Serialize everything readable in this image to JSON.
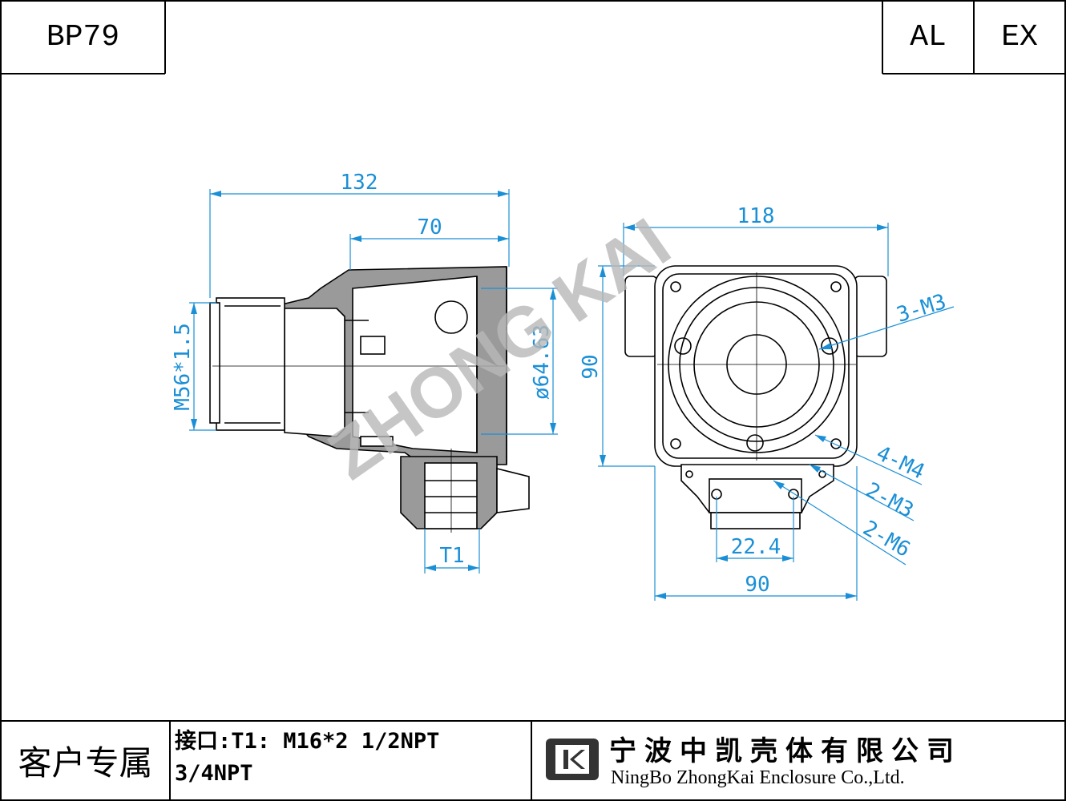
{
  "header": {
    "model": "BP79",
    "material": "AL",
    "rating": "EX"
  },
  "dimensions": {
    "side_total_width": "132",
    "side_head_width": "70",
    "side_thread": "M56*1.5",
    "side_bore": "ø64.63",
    "side_port": "T1",
    "front_total_width": "118",
    "front_height": "90",
    "front_body_width": "90",
    "front_port_pitch": "22.4",
    "screw_3m3": "3-M3",
    "screw_4m4": "4-M4",
    "screw_2m3": "2-M3",
    "screw_2m6": "2-M6"
  },
  "watermark": "ZHONG KAI",
  "footer": {
    "customer_label": "客户专属",
    "spec_line1": "接口:T1: M16*2 1/2NPT",
    "spec_line2": "3/4NPT",
    "company_cn": "宁波中凯壳体有限公司",
    "company_en": "NingBo ZhongKai Enclosure Co.,Ltd."
  }
}
